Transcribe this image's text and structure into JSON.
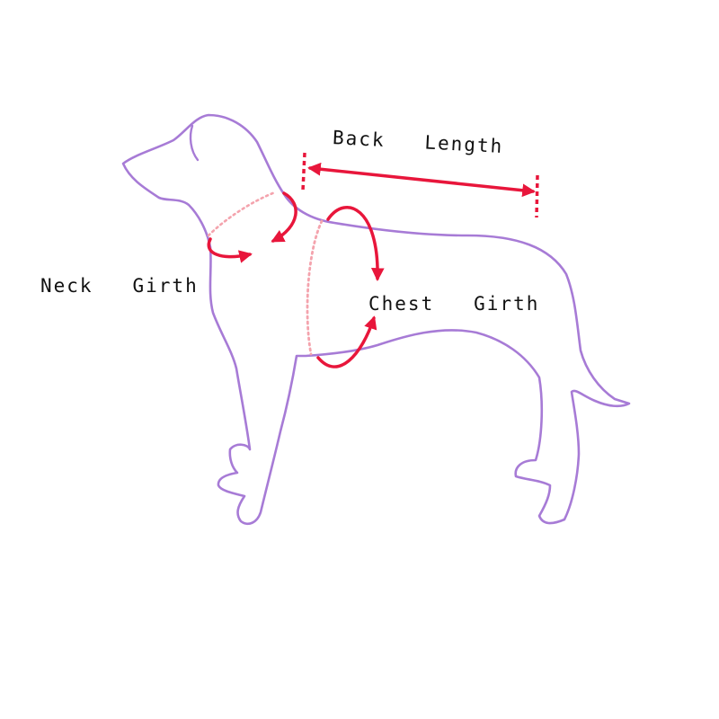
{
  "labels": {
    "back_length": "Back   Length",
    "neck_girth": "Neck   Girth",
    "chest_girth": "Chest   Girth"
  },
  "colors": {
    "outline": "#a77bd6",
    "measure": "#e8163b",
    "guide": "#f4a3ad",
    "text": "#111111"
  }
}
